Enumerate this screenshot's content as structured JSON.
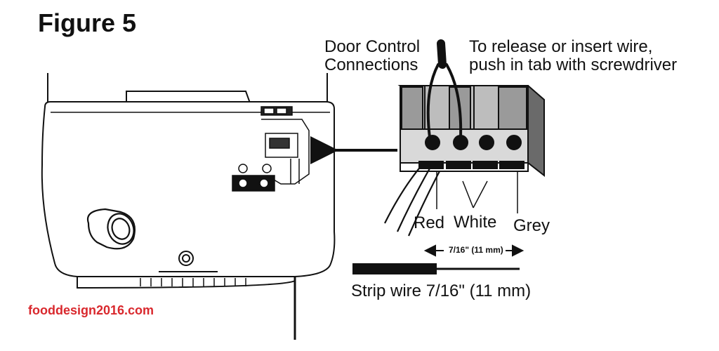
{
  "figure": {
    "title": "Figure 5"
  },
  "labels": {
    "door_control": [
      "Door Control",
      "Connections"
    ],
    "release_instruction": [
      "To release or insert wire,",
      "push in tab with screwdriver"
    ],
    "wire_red": "Red",
    "wire_white": "White",
    "wire_grey": "Grey",
    "strip_length": "7/16\" (11 mm)",
    "strip_instruction": "Strip wire 7/16\" (11 mm)"
  },
  "terminal_block": {
    "terminal_count": 4
  },
  "watermark": {
    "text": "fooddesign2016.com",
    "color": "#d9282d"
  }
}
